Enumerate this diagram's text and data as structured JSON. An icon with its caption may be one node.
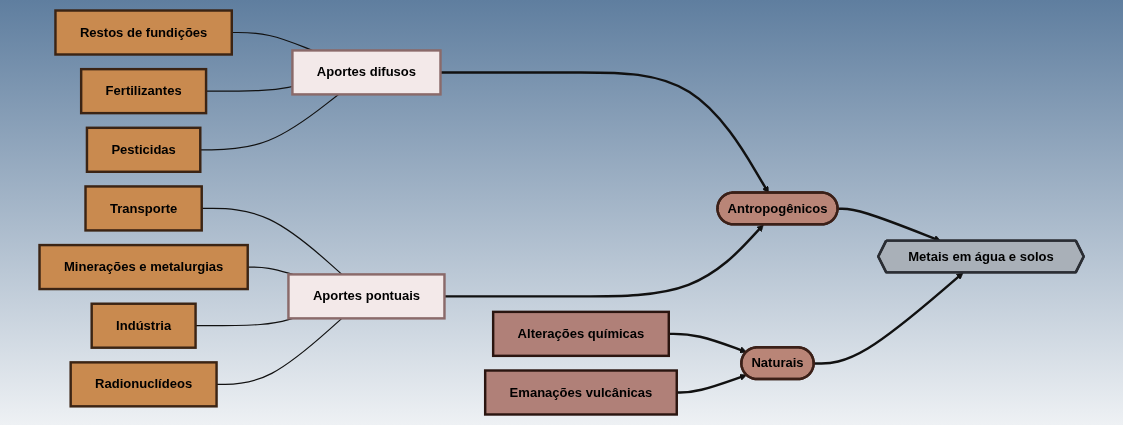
{
  "diagram": {
    "nodes": [
      {
        "text": [
          "Restos de fundições"
        ]
      },
      {
        "text": [
          "Fertilizantes"
        ]
      },
      {
        "text": [
          "Pesticidas"
        ]
      },
      {
        "text": [
          "Transporte"
        ]
      },
      {
        "text": [
          "Minerações e metalurgias"
        ]
      },
      {
        "text": [
          "Indústria"
        ]
      },
      {
        "text": [
          "Radionuclídeos"
        ]
      },
      {
        "text": [
          "Aportes difusos"
        ]
      },
      {
        "text": [
          "Aportes pontuais"
        ]
      },
      {
        "text": [
          "Antropogênicos"
        ]
      },
      {
        "text": [
          "Metais em água e solos"
        ]
      },
      {
        "text": [
          "Naturais"
        ]
      },
      {
        "text": [
          "Alterações químicas"
        ]
      },
      {
        "text": [
          "Emanações vulcânicas"
        ]
      }
    ],
    "edges": [
      {
        "from": 0,
        "to": 7,
        "arrow": "none"
      },
      {
        "from": 1,
        "to": 7,
        "arrow": "none"
      },
      {
        "from": 2,
        "to": 7,
        "arrow": "none"
      },
      {
        "from": 3,
        "to": 8,
        "arrow": "none"
      },
      {
        "from": 4,
        "to": 8,
        "arrow": "none"
      },
      {
        "from": 5,
        "to": 8,
        "arrow": "none"
      },
      {
        "from": 6,
        "to": 8,
        "arrow": "none"
      },
      {
        "from": 7,
        "to": 9,
        "arrow": "to"
      },
      {
        "from": 8,
        "to": 9,
        "arrow": "to"
      },
      {
        "from": 9,
        "to": 10,
        "arrow": "to"
      },
      {
        "from": 11,
        "to": 10,
        "arrow": "to"
      },
      {
        "from": 12,
        "to": 11,
        "arrow": "to"
      },
      {
        "from": 13,
        "to": 11,
        "arrow": "to"
      }
    ]
  }
}
